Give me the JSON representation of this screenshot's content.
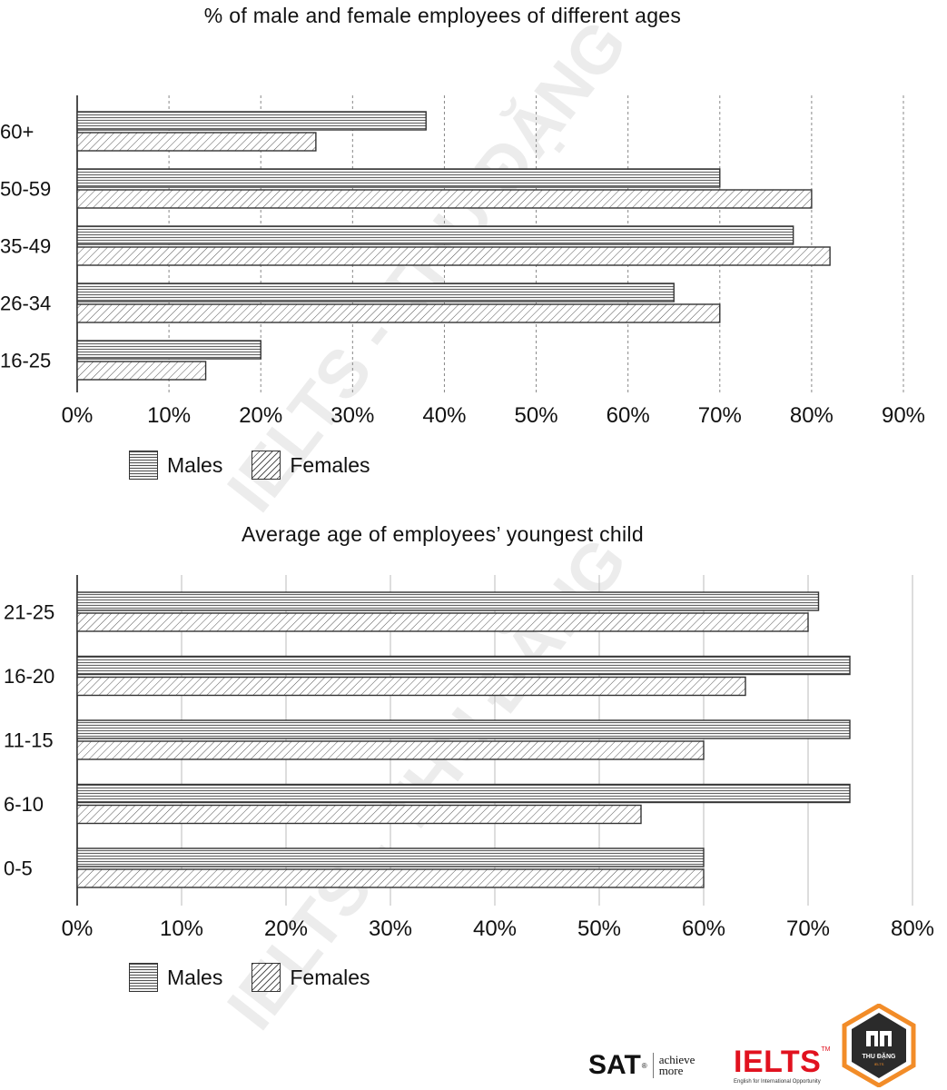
{
  "watermark_text": "IELTS - THU ĐẶNG",
  "chart_data": [
    {
      "type": "bar",
      "orientation": "horizontal",
      "title": "% of male and female employees of different ages",
      "categories": [
        "60+",
        "50-59",
        "35-49",
        "26-34",
        "16-25"
      ],
      "series": [
        {
          "name": "Males",
          "values": [
            38,
            70,
            78,
            65,
            20
          ]
        },
        {
          "name": "Females",
          "values": [
            26,
            80,
            82,
            70,
            14
          ]
        }
      ],
      "xlim": [
        0,
        90
      ],
      "tick_labels": [
        "0%",
        "10%",
        "20%",
        "30%",
        "40%",
        "50%",
        "60%",
        "70%",
        "80%",
        "90%"
      ],
      "grid": "vertical-dashed",
      "legend_position": "bottom-left"
    },
    {
      "type": "bar",
      "orientation": "horizontal",
      "title": "Average age of employees’ youngest child",
      "categories": [
        "21-25",
        "16-20",
        "11-15",
        "6-10",
        "0-5"
      ],
      "series": [
        {
          "name": "Males",
          "values": [
            71,
            74,
            74,
            74,
            60
          ]
        },
        {
          "name": "Females",
          "values": [
            70,
            64,
            60,
            54,
            60
          ]
        }
      ],
      "xlim": [
        0,
        80
      ],
      "tick_labels": [
        "0%",
        "10%",
        "20%",
        "30%",
        "40%",
        "50%",
        "60%",
        "70%",
        "80%"
      ],
      "grid": "vertical-solid",
      "legend_position": "bottom-left"
    }
  ],
  "footer": {
    "sat": "SAT",
    "sat_reg": "®",
    "sat_tagline_1": "achieve",
    "sat_tagline_2": "more",
    "ielts": "IELTS",
    "ielts_tm": "TM",
    "ielts_sub": "English for International Opportunity",
    "badge_text": "THU ĐẶNG",
    "badge_sub": "IELTS"
  },
  "colors": {
    "bar_outline": "#333333",
    "male_fill": "#f2f2f2",
    "pattern_line": "#555555",
    "ielts_red": "#e1121f",
    "badge_orange": "#f28c28"
  }
}
